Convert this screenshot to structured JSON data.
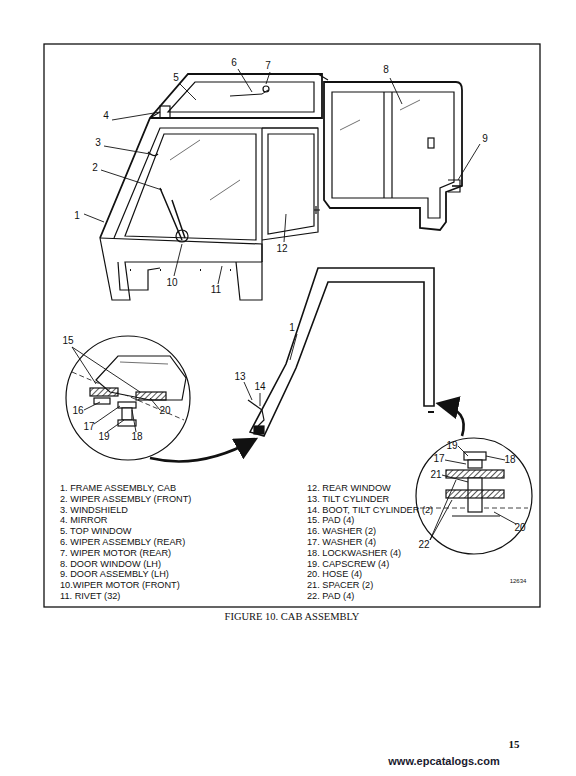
{
  "diagram": {
    "caption": "FIGURE 10. CAB ASSEMBLY",
    "labels": [
      "6",
      "7",
      "5",
      "8",
      "4",
      "3",
      "2",
      "9",
      "1",
      "12",
      "10",
      "11",
      "1",
      "13",
      "14",
      "15",
      "16",
      "17",
      "19",
      "18",
      "20",
      "19",
      "17",
      "18",
      "21",
      "20",
      "22",
      "1. FRAME ASSEMBLY, CAB",
      "2. WIPER ASSEMBLY (FRONT)",
      "3. WINDSHIELD",
      "4. MIRROR",
      "5. TOP WINDOW",
      "6. WIPER ASSEMBLY (REAR)",
      "7. WIPER MOTOR (REAR)",
      "8. DOOR WINDOW (LH)",
      "9. DOOR ASSEMBLY (LH)",
      "10.WIPER MOTOR (FRONT)",
      "11. RIVET (32)",
      "12. REAR WINDOW",
      "13. TILT CYLINDER",
      "14. BOOT, TILT CYLINDER (2)",
      "15. PAD (4)",
      "16. WASHER (2)",
      "17. WASHER (4)",
      "18. LOCKWASHER (4)",
      "19. CAPSCREW (4)",
      "20. HOSE (4)",
      "21. SPACER (2)",
      "22. PAD (4)",
      "12634",
      "15",
      "www.epcatalogs.com"
    ]
  }
}
